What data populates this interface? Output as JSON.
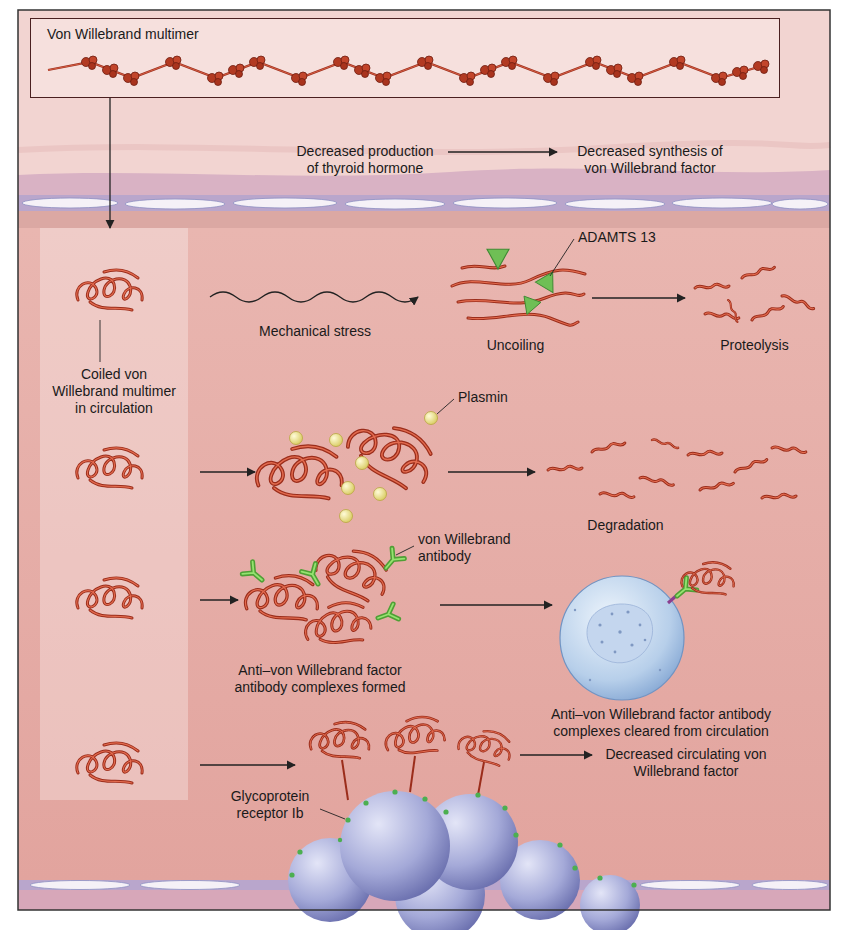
{
  "diagram": {
    "nodes": [
      {
        "text": [
          "Von Willebrand multimer"
        ]
      },
      {
        "text": [
          "Coiled von Willebrand multimer in circulation"
        ]
      }
    ],
    "edges": [
      {
        "from": 0,
        "to": 1,
        "arrow": "to"
      }
    ],
    "labels": [
      "Decreased production of thyroid hormone",
      "Decreased synthesis of von Willebrand factor",
      "ADAMTS 13",
      "Mechanical stress",
      "Uncoiling",
      "Proteolysis",
      "Plasmin",
      "Degradation",
      "von Willebrand antibody",
      "Anti–von Willebrand factor antibody complexes formed",
      "Anti–von Willebrand factor antibody complexes cleared from circulation",
      "Glycoprotein receptor Ib",
      "Decreased circulating von Willebrand factor"
    ]
  }
}
